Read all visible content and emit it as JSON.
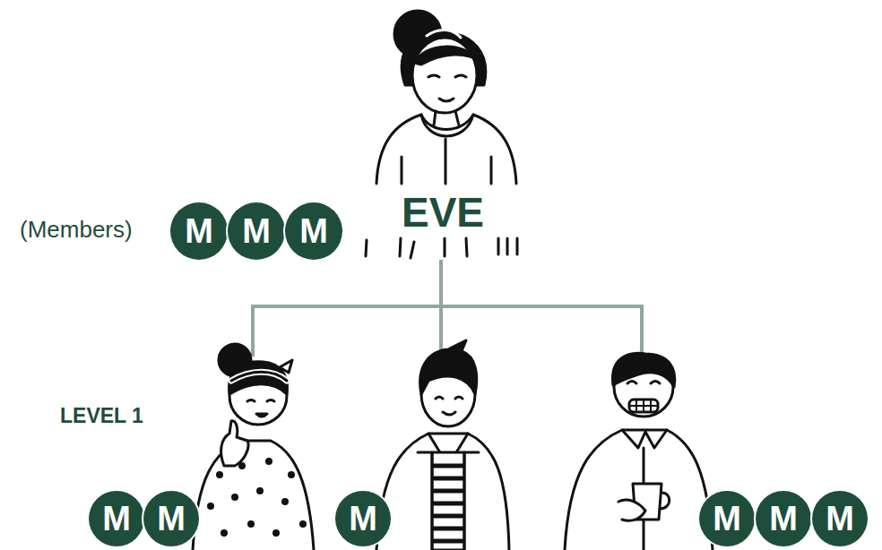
{
  "diagram": {
    "nodes": [
      {
        "text": [
          "M"
        ]
      },
      {
        "text": [
          "M"
        ]
      },
      {
        "text": [
          "M"
        ]
      },
      {
        "text": [
          "M"
        ]
      },
      {
        "text": [
          "M"
        ]
      },
      {
        "text": [
          "M"
        ]
      },
      {
        "text": [
          "M"
        ]
      },
      {
        "text": [
          "M"
        ]
      },
      {
        "text": [
          "M"
        ]
      }
    ],
    "labels": [
      "(Members)",
      "EVE",
      "LEVEL 1"
    ]
  }
}
